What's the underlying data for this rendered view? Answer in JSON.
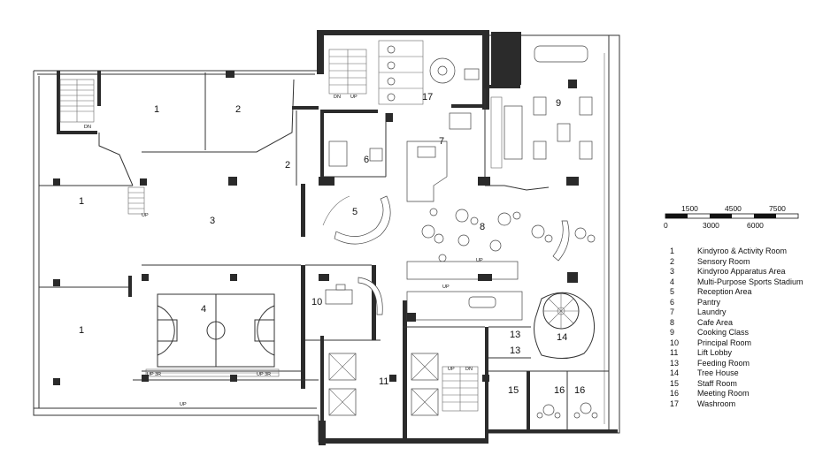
{
  "rooms": [
    {
      "num": "1",
      "name": "Kindyroo & Activity Room"
    },
    {
      "num": "2",
      "name": "Sensory Room"
    },
    {
      "num": "3",
      "name": "Kindyroo Apparatus Area"
    },
    {
      "num": "4",
      "name": "Multi-Purpose Sports Stadium"
    },
    {
      "num": "5",
      "name": "Reception Area"
    },
    {
      "num": "6",
      "name": "Pantry"
    },
    {
      "num": "7",
      "name": "Laundry"
    },
    {
      "num": "8",
      "name": "Cafe Area"
    },
    {
      "num": "9",
      "name": "Cooking Class"
    },
    {
      "num": "10",
      "name": "Principal Room"
    },
    {
      "num": "11",
      "name": "Lift Lobby"
    },
    {
      "num": "13",
      "name": "Feeding Room"
    },
    {
      "num": "14",
      "name": "Tree House"
    },
    {
      "num": "15",
      "name": "Staff Room"
    },
    {
      "num": "16",
      "name": "Meeting Room"
    },
    {
      "num": "17",
      "name": "Washroom"
    }
  ],
  "scale": {
    "top_labels": [
      "1500",
      "4500",
      "7500"
    ],
    "bottom_labels": [
      "0",
      "3000",
      "6000"
    ]
  },
  "plan_labels": {
    "r1a": "1",
    "r2a": "2",
    "r2b": "2",
    "r1b": "1",
    "r3": "3",
    "r1c": "1",
    "r4": "4",
    "r5": "5",
    "r6": "6",
    "r7": "7",
    "r8": "8",
    "r9": "9",
    "r10": "10",
    "r11": "11",
    "r13a": "13",
    "r13b": "13",
    "r14": "14",
    "r15": "15",
    "r16a": "16",
    "r16b": "16",
    "r17": "17",
    "dn1": "DN",
    "dn2": "DN",
    "up2": "UP",
    "up3": "UP",
    "up4": "UP",
    "up5": "UP",
    "up3r1": "UP 3R",
    "up3r2": "UP 3R",
    "up6": "UP",
    "dn3": "DN",
    "up7": "UP"
  }
}
